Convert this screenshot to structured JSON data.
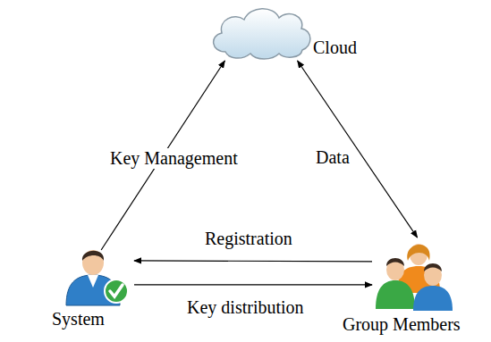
{
  "diagram": {
    "nodes": [
      {
        "text": [
          "Cloud"
        ]
      },
      {
        "text": [
          "System"
        ]
      },
      {
        "text": [
          "Group Members"
        ]
      }
    ],
    "edges": [
      {
        "from": 1,
        "to": 0,
        "label": "Key Management",
        "arrow": "to"
      },
      {
        "from": 0,
        "to": 2,
        "label": "Data",
        "arrow": "both"
      },
      {
        "from": 2,
        "to": 1,
        "label": "Registration",
        "arrow": "to"
      },
      {
        "from": 1,
        "to": 2,
        "label": "Key distribution",
        "arrow": "to"
      }
    ]
  }
}
